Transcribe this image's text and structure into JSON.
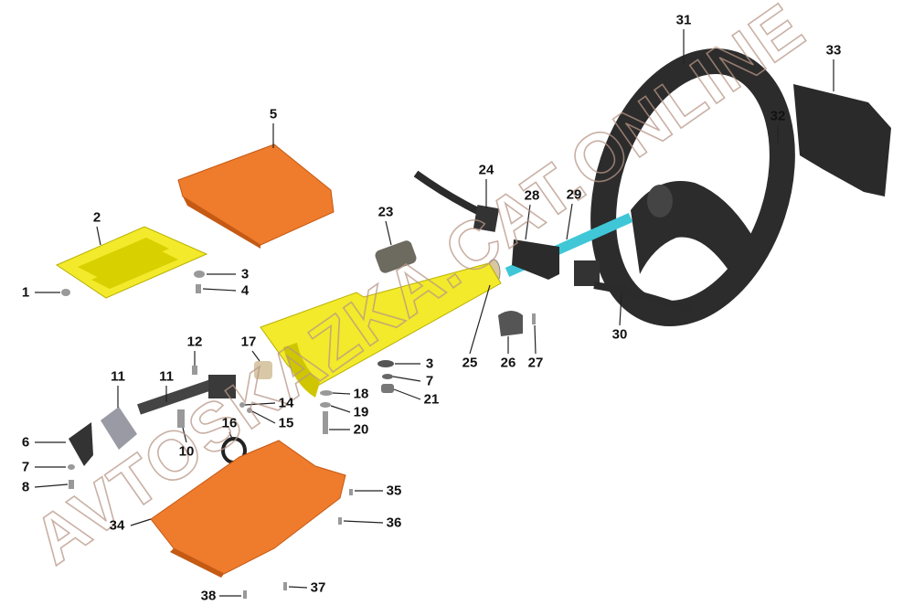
{
  "diagram": {
    "title": "Steering column exploded view",
    "watermark": "AVTOSKAZKA.CAT.ONLINE",
    "colors": {
      "orange": "#ef7b2c",
      "yellow": "#f2ea2a",
      "cyan": "#3fc7d8",
      "dark": "#2b2b2b",
      "grey": "#8a8a8a"
    }
  },
  "labels": [
    "31",
    "33",
    "5",
    "32",
    "24",
    "28",
    "29",
    "2",
    "23",
    "3",
    "4",
    "1",
    "30",
    "17",
    "12",
    "25",
    "26",
    "27",
    "3",
    "7",
    "11",
    "11",
    "18",
    "21",
    "14",
    "19",
    "15",
    "16",
    "20",
    "6",
    "10",
    "7",
    "8",
    "35",
    "34",
    "36",
    "37",
    "38"
  ]
}
